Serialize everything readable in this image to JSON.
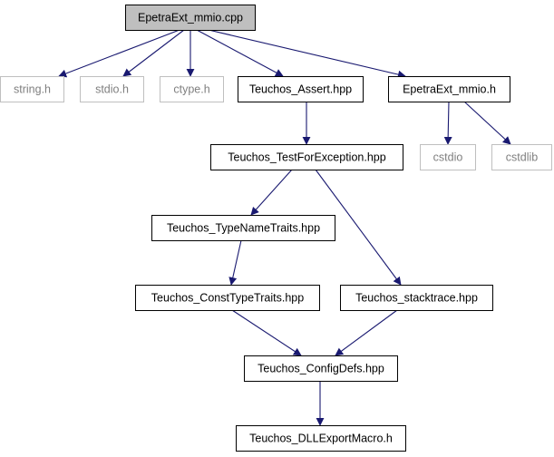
{
  "colors": {
    "edge": "#191970",
    "node_border": "#000000",
    "external_border": "#bfbfbf",
    "root_fill": "#bfbfbf",
    "node_fill": "#ffffff",
    "external_text": "#7f7f7f"
  },
  "nodes": [
    {
      "id": "root",
      "label": "EpetraExt_mmio.cpp",
      "kind": "root"
    },
    {
      "id": "string",
      "label": "string.h",
      "kind": "external"
    },
    {
      "id": "stdio",
      "label": "stdio.h",
      "kind": "external"
    },
    {
      "id": "ctype",
      "label": "ctype.h",
      "kind": "external"
    },
    {
      "id": "assert",
      "label": "Teuchos_Assert.hpp",
      "kind": "internal"
    },
    {
      "id": "mmioh",
      "label": "EpetraExt_mmio.h",
      "kind": "internal"
    },
    {
      "id": "cstdio",
      "label": "cstdio",
      "kind": "external"
    },
    {
      "id": "cstdlib",
      "label": "cstdlib",
      "kind": "external"
    },
    {
      "id": "test",
      "label": "Teuchos_TestForException.hpp",
      "kind": "internal"
    },
    {
      "id": "typename",
      "label": "Teuchos_TypeNameTraits.hpp",
      "kind": "internal"
    },
    {
      "id": "const",
      "label": "Teuchos_ConstTypeTraits.hpp",
      "kind": "internal"
    },
    {
      "id": "stack",
      "label": "Teuchos_stacktrace.hpp",
      "kind": "internal"
    },
    {
      "id": "config",
      "label": "Teuchos_ConfigDefs.hpp",
      "kind": "internal"
    },
    {
      "id": "dll",
      "label": "Teuchos_DLLExportMacro.h",
      "kind": "internal"
    }
  ],
  "edges": [
    {
      "from": "root",
      "to": "string"
    },
    {
      "from": "root",
      "to": "stdio"
    },
    {
      "from": "root",
      "to": "ctype"
    },
    {
      "from": "root",
      "to": "assert"
    },
    {
      "from": "root",
      "to": "mmioh"
    },
    {
      "from": "assert",
      "to": "test"
    },
    {
      "from": "mmioh",
      "to": "cstdio"
    },
    {
      "from": "mmioh",
      "to": "cstdlib"
    },
    {
      "from": "test",
      "to": "typename"
    },
    {
      "from": "test",
      "to": "stack"
    },
    {
      "from": "typename",
      "to": "const"
    },
    {
      "from": "const",
      "to": "config"
    },
    {
      "from": "stack",
      "to": "config"
    },
    {
      "from": "config",
      "to": "dll"
    }
  ]
}
